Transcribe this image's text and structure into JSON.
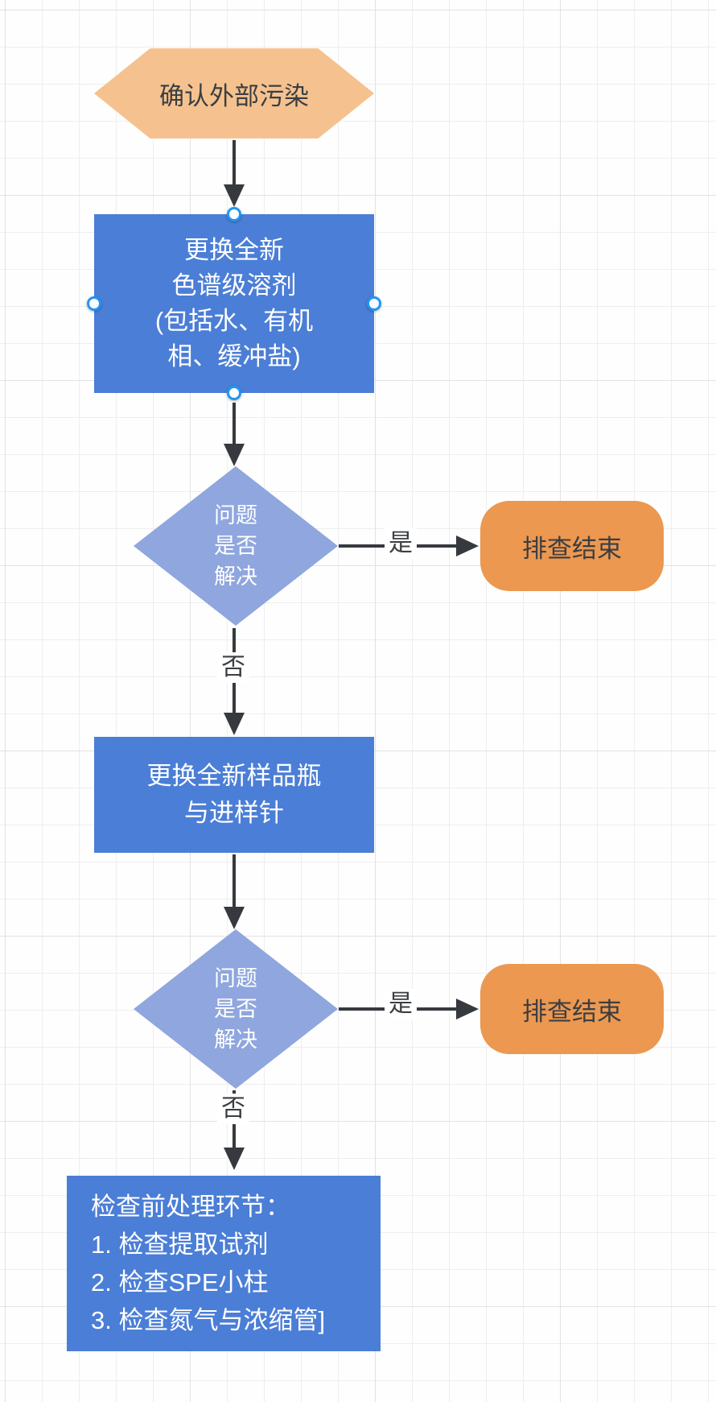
{
  "canvas": {
    "background": "#fefefe",
    "grid_minor_color": "#eeeeee",
    "grid_major_color": "#e2e2e2"
  },
  "colors": {
    "start_fill": "#f5c28f",
    "process_fill": "#4b7ed6",
    "decision_fill": "#8fa6de",
    "terminator_fill": "#ec9850",
    "light_text": "#ffffff",
    "dark_text": "#3b3e42",
    "connector": "#36393d",
    "selection_handle_ring": "#2196f3",
    "edge_label_bg": "#ffffff"
  },
  "nodes": {
    "start": {
      "type": "hexagon",
      "text": "确认外部污染"
    },
    "replace_solvent": {
      "type": "process",
      "selected": true,
      "text": "更换全新\n色谱级溶剂\n(包括水、有机\n相、缓冲盐)"
    },
    "decision1": {
      "type": "decision",
      "text": "问题\n是否\n解决"
    },
    "end1": {
      "type": "terminator",
      "text": "排查结束"
    },
    "replace_vial": {
      "type": "process",
      "text": "更换全新样品瓶\n与进样针"
    },
    "decision2": {
      "type": "decision",
      "text": "问题\n是否\n解决"
    },
    "end2": {
      "type": "terminator",
      "text": "排查结束"
    },
    "check_pretreatment": {
      "type": "process",
      "text": "检查前处理环节：\n1. 检查提取试剂\n2. 检查SPE小柱\n3. 检查氮气与浓缩管]"
    }
  },
  "edges": {
    "yes1": "是",
    "no1": "否",
    "yes2": "是",
    "no2": "否"
  }
}
